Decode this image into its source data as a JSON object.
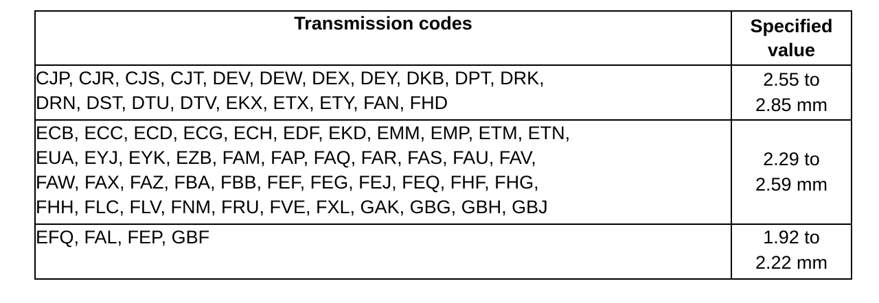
{
  "table": {
    "headers": [
      "Transmission codes",
      "Specified value"
    ],
    "rows": [
      {
        "codes": "CJP, CJR, CJS, CJT, DEV, DEW, DEX, DEY, DKB, DPT, DRK,\nDRN, DST, DTU, DTV, EKX, ETX, ETY, FAN, FHD",
        "value": "2.55 to\n2.85 mm"
      },
      {
        "codes": "ECB, ECC, ECD, ECG, ECH, EDF, EKD, EMM, EMP, ETM, ETN,\nEUA, EYJ, EYK, EZB, FAM, FAP, FAQ, FAR, FAS, FAU, FAV,\nFAW, FAX, FAZ, FBA, FBB, FEF, FEG, FEJ, FEQ, FHF, FHG,\nFHH, FLC, FLV, FNM, FRU, FVE, FXL, GAK, GBG, GBH, GBJ",
        "value": "2.29 to\n2.59 mm"
      },
      {
        "codes": "EFQ, FAL, FEP, GBF",
        "value": "1.92 to\n2.22 mm"
      }
    ]
  }
}
